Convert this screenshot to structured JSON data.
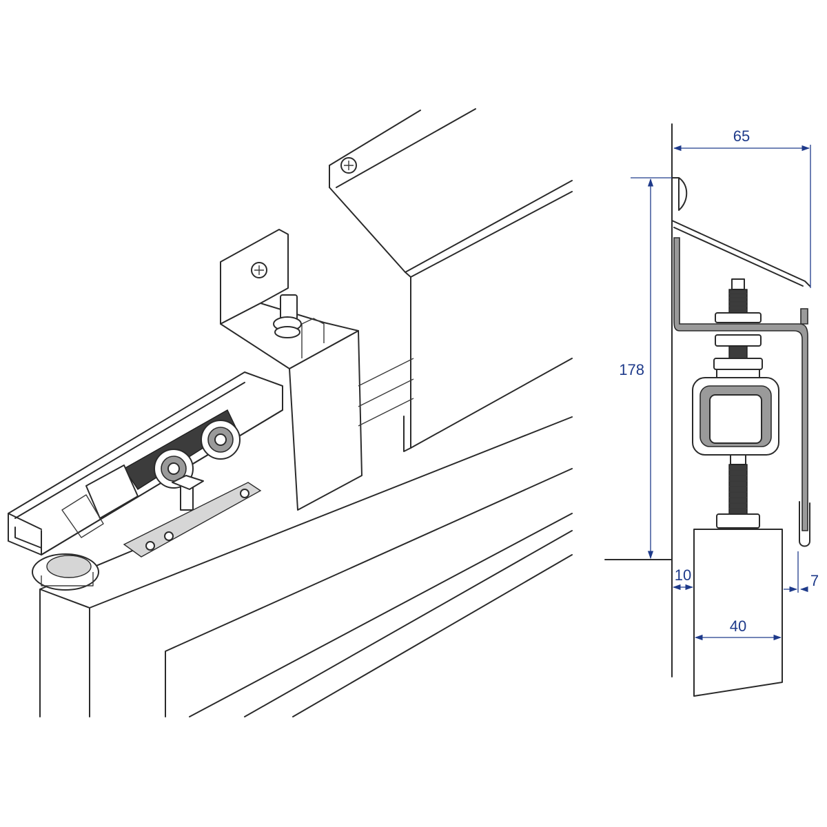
{
  "colors": {
    "line": "#2a2a2a",
    "dimension": "#1e3a8a",
    "gray_fill": "#9a9a9a",
    "dark_fill": "#3c3c3c"
  },
  "dimensions": {
    "width_top": "65",
    "height": "178",
    "gap_left": "10",
    "gap_right": "7",
    "door_thickness": "40"
  }
}
